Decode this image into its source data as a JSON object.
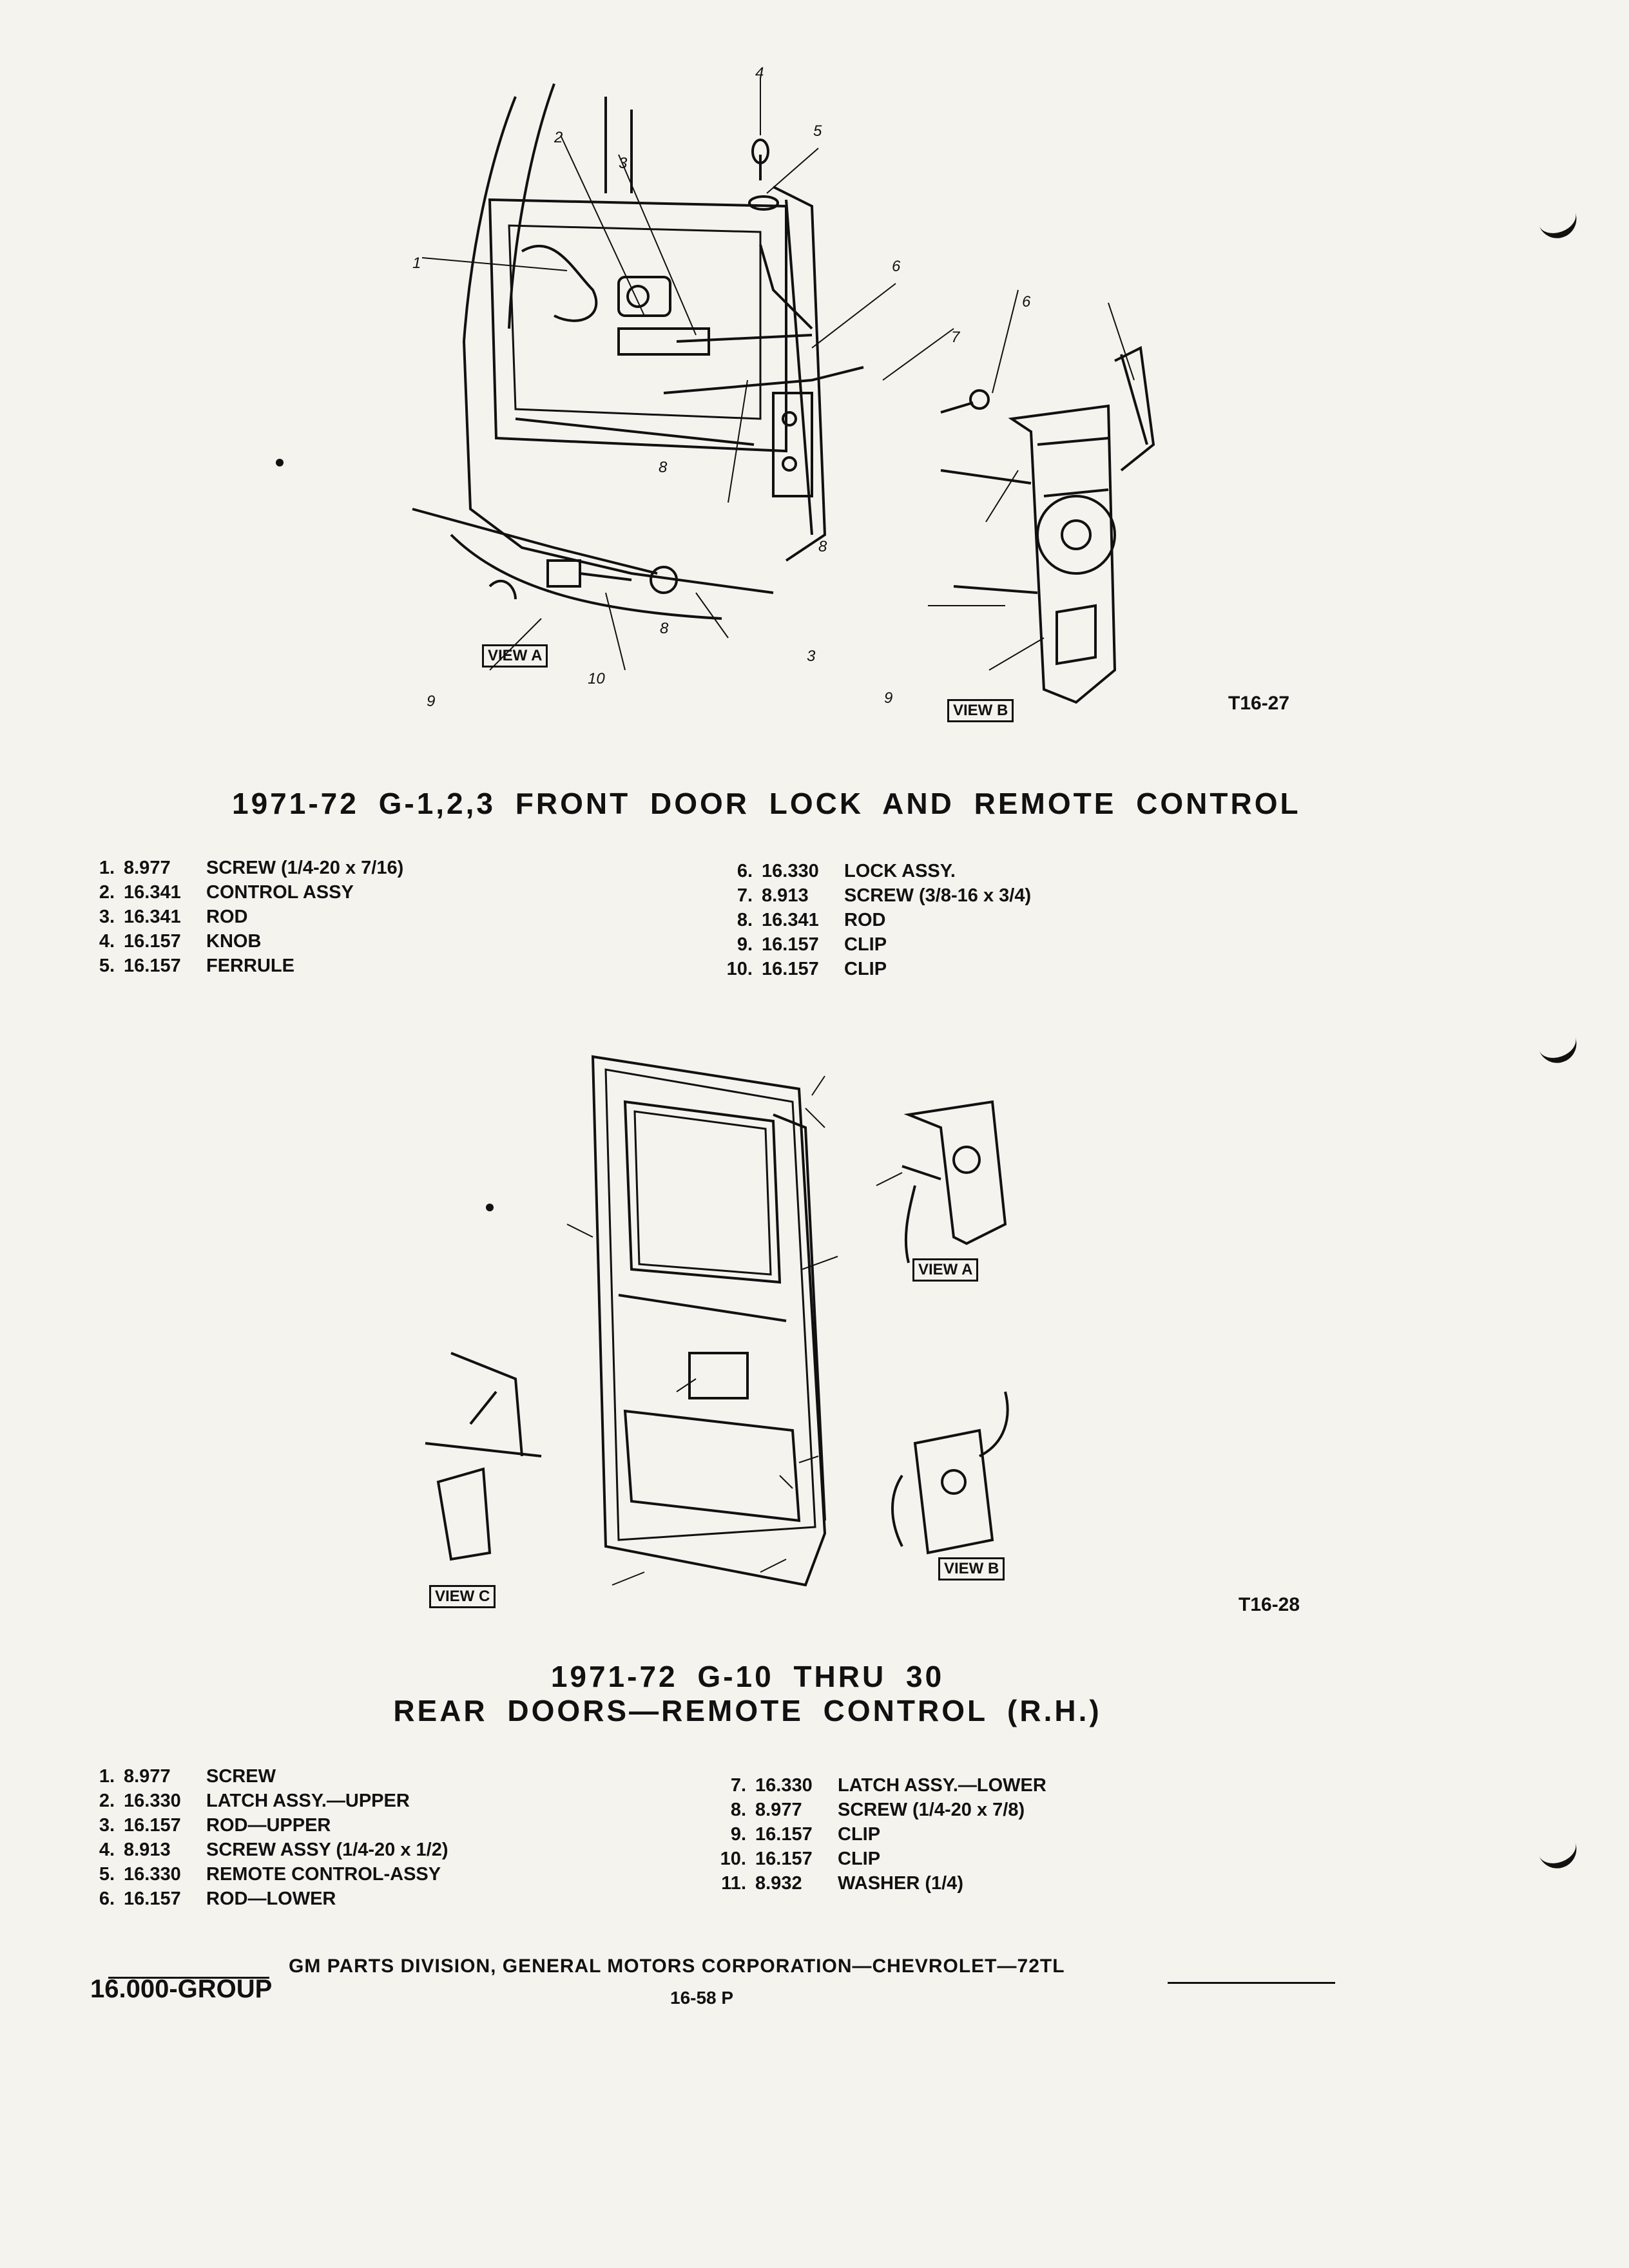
{
  "figure1": {
    "ref": "T16-27",
    "title": "1971-72  G-1,2,3  FRONT  DOOR  LOCK  AND  REMOTE  CONTROL",
    "view_a": "VIEW A",
    "view_b": "VIEW B",
    "callouts": [
      "1",
      "2",
      "3",
      "4",
      "5",
      "6",
      "6",
      "7",
      "8",
      "8",
      "8",
      "9",
      "9",
      "10",
      "3"
    ],
    "parts_left": [
      {
        "n": "1.",
        "code": "8.977",
        "desc": "SCREW (1/4-20 x 7/16)"
      },
      {
        "n": "2.",
        "code": "16.341",
        "desc": "CONTROL ASSY"
      },
      {
        "n": "3.",
        "code": "16.341",
        "desc": "ROD"
      },
      {
        "n": "4.",
        "code": "16.157",
        "desc": "KNOB"
      },
      {
        "n": "5.",
        "code": "16.157",
        "desc": "FERRULE"
      }
    ],
    "parts_right": [
      {
        "n": "6.",
        "code": "16.330",
        "desc": "LOCK ASSY."
      },
      {
        "n": "7.",
        "code": "8.913",
        "desc": "SCREW (3/8-16 x 3/4)"
      },
      {
        "n": "8.",
        "code": "16.341",
        "desc": "ROD"
      },
      {
        "n": "9.",
        "code": "16.157",
        "desc": "CLIP"
      },
      {
        "n": "10.",
        "code": "16.157",
        "desc": "CLIP"
      }
    ]
  },
  "figure2": {
    "ref": "T16-28",
    "title_line1": "1971-72  G-10  THRU  30",
    "title_line2": "REAR  DOORS—REMOTE  CONTROL  (R.H.)",
    "view_a": "VIEW A",
    "view_b": "VIEW B",
    "view_c": "VIEW C",
    "parts_left": [
      {
        "n": "1.",
        "code": "8.977",
        "desc": "SCREW"
      },
      {
        "n": "2.",
        "code": "16.330",
        "desc": "LATCH ASSY.—UPPER"
      },
      {
        "n": "3.",
        "code": "16.157",
        "desc": "ROD—UPPER"
      },
      {
        "n": "4.",
        "code": "8.913",
        "desc": "SCREW ASSY (1/4-20 x 1/2)"
      },
      {
        "n": "5.",
        "code": "16.330",
        "desc": "REMOTE CONTROL-ASSY"
      },
      {
        "n": "6.",
        "code": "16.157",
        "desc": "ROD—LOWER"
      }
    ],
    "parts_right": [
      {
        "n": "7.",
        "code": "16.330",
        "desc": "LATCH ASSY.—LOWER"
      },
      {
        "n": "8.",
        "code": "8.977",
        "desc": "SCREW (1/4-20 x 7/8)"
      },
      {
        "n": "9.",
        "code": "16.157",
        "desc": "CLIP"
      },
      {
        "n": "10.",
        "code": "16.157",
        "desc": "CLIP"
      },
      {
        "n": "11.",
        "code": "8.932",
        "desc": "WASHER (1/4)"
      }
    ]
  },
  "footer": {
    "publisher": "GM PARTS DIVISION, GENERAL MOTORS CORPORATION—CHEVROLET—72TL",
    "group": "16.000-GROUP",
    "page": "16-58 P"
  }
}
